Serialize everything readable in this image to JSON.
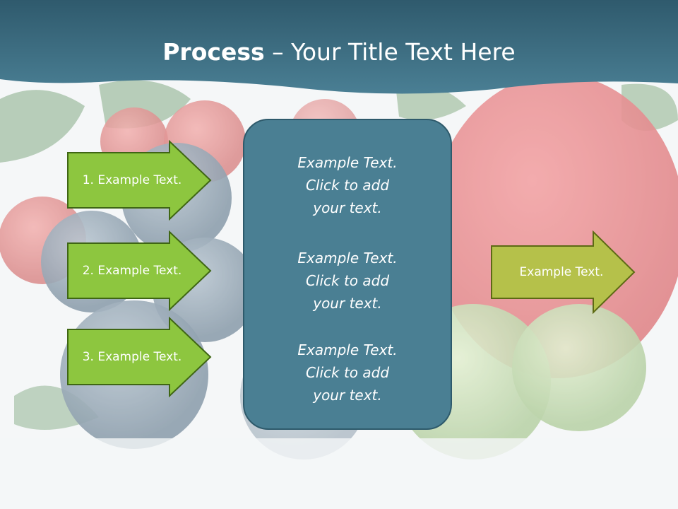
{
  "slide": {
    "title_bold": "Process",
    "title_rest": " – Your Title Text Here"
  },
  "left_arrows": [
    {
      "label": "1. Example Text."
    },
    {
      "label": "2. Example Text."
    },
    {
      "label": "3. Example Text."
    }
  ],
  "right_arrow": {
    "label": "Example Text."
  },
  "center_box": {
    "blocks": [
      {
        "lines": [
          "Example Text.",
          "Click  to add",
          "your text."
        ]
      },
      {
        "lines": [
          "Example Text.",
          "Click  to add",
          "your text."
        ]
      },
      {
        "lines": [
          "Example Text.",
          "Click  to add",
          "your text."
        ]
      }
    ]
  },
  "colors": {
    "header": "#3b6b80",
    "arrow_green": "#8dc63f",
    "arrow_olive": "#b5c14a",
    "center_box": "#4a7f93"
  }
}
